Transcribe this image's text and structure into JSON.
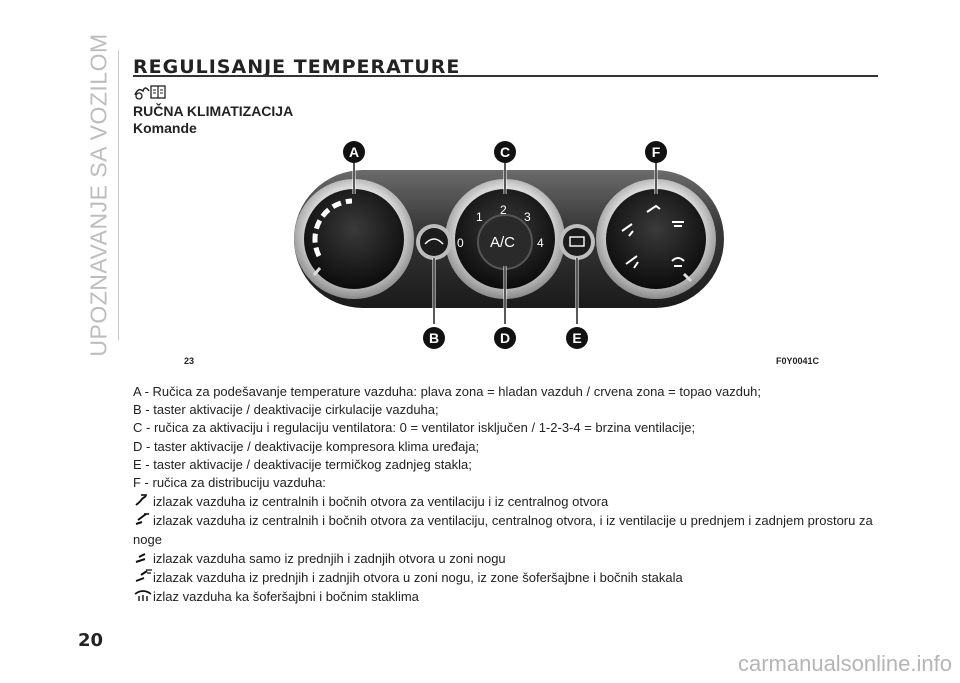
{
  "side_title": "UPOZNAVANJE SA VOZILOM",
  "heading": "REGULISANJE TEMPERATURE",
  "section_title": "RUČNA KLIMATIZACIJA",
  "subsection_title": "Komande",
  "figure": {
    "number": "23",
    "code": "F0Y0041C",
    "callouts": [
      "A",
      "B",
      "C",
      "D",
      "E",
      "F"
    ],
    "fan_scale": [
      "0",
      "1",
      "2",
      "3",
      "4"
    ],
    "ac_label": "A/C"
  },
  "descriptions": [
    "A - Ručica za podešavanje temperature vazduha: plava zona = hladan vazduh / crvena zona = topao vazduh;",
    "B - taster aktivacije / deaktivacije cirkulacije vazduha;",
    "C - ručica za aktivaciju i regulaciju ventilatora: 0 = ventilator isključen / 1-2-3-4 = brzina ventilacije;",
    "D - taster aktivacije / deaktivacije kompresora klima uređaja;",
    "E - taster aktivacije / deaktivacije termičkog zadnjeg stakla;",
    "F - ručica za distribuciju vazduha:"
  ],
  "distribution": [
    {
      "icon": "vent-face-icon",
      "text": "izlazak vazduha iz centralnih i bočnih otvora za ventilaciju i iz centralnog otvora"
    },
    {
      "icon": "vent-face-feet-icon",
      "text": "izlazak vazduha iz centralnih i bočnih otvora za ventilaciju, centralnog otvora, i iz ventilacije u prednjem i zadnjem prostoru za noge"
    },
    {
      "icon": "vent-feet-icon",
      "text": "izlazak vazduha samo iz prednjih i zadnjih otvora u zoni nogu"
    },
    {
      "icon": "vent-feet-defrost-icon",
      "text": "izlazak vazduha iz prednjih i zadnjih otvora u zoni nogu, iz zone šoferšajbne i bočnih stakala"
    },
    {
      "icon": "defrost-icon",
      "text": "izlaz vazduha ka šoferšajbni i bočnim staklima"
    }
  ],
  "page_number": "20",
  "watermark": "carmanualsonline.info"
}
